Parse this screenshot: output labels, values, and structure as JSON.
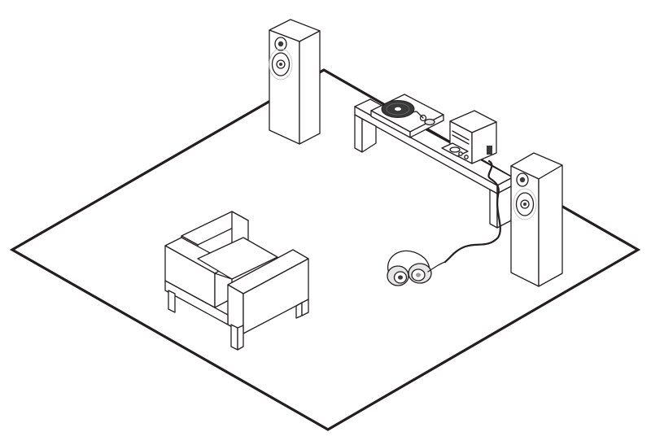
{
  "scene": {
    "description_labels": [],
    "colors": {
      "outline": "#231f20",
      "fill": "#ffffff",
      "shade": "#e6e6e6",
      "dark": "#3a3a3a"
    },
    "objects": [
      "room-floor",
      "left-floor-speaker",
      "right-floor-speaker",
      "media-bench",
      "turntable",
      "stereo-receiver",
      "headphones",
      "headphone-cable",
      "armchair"
    ]
  }
}
